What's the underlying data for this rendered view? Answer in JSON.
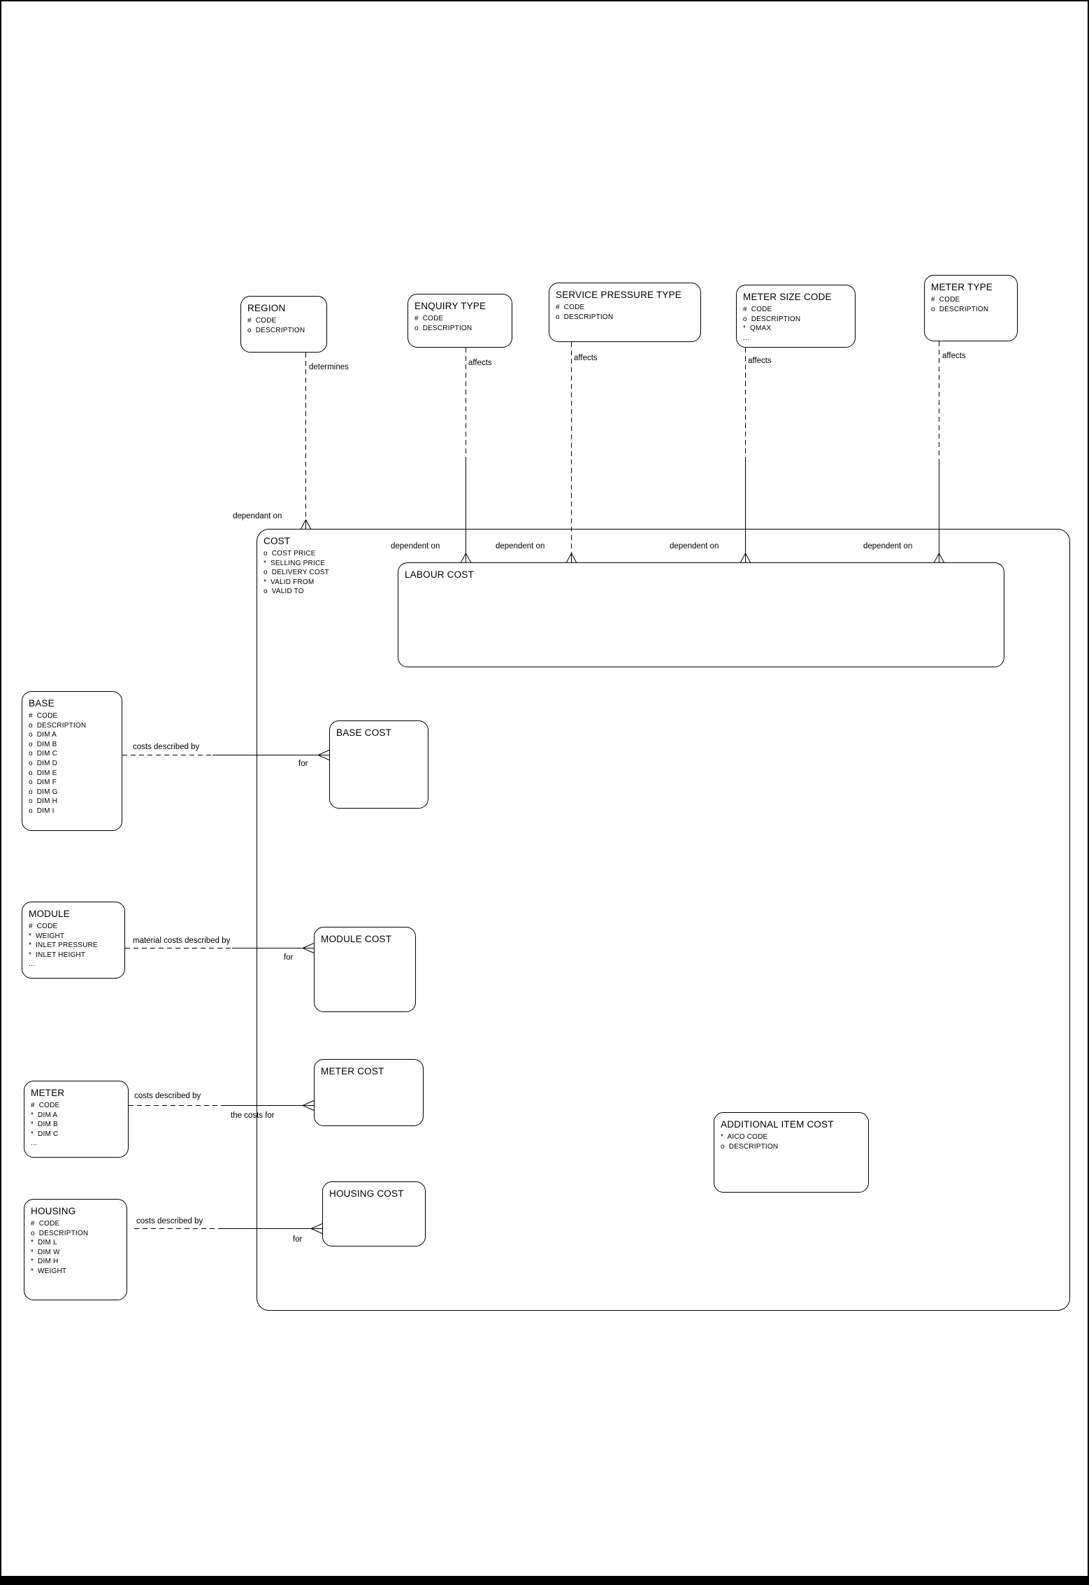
{
  "page": {
    "background": "#ffffff",
    "line_color": "#000000",
    "text_color": "#000000"
  },
  "entities": [
    {
      "id": "region",
      "title": "REGION",
      "attrs": [
        "#  CODE",
        "o  DESCRIPTION"
      ]
    },
    {
      "id": "enquiry-type",
      "title": "ENQUIRY TYPE",
      "attrs": [
        "#  CODE",
        "o  DESCRIPTION"
      ]
    },
    {
      "id": "service-pressure-type",
      "title": "SERVICE PRESSURE TYPE",
      "attrs": [
        "#  CODE",
        "o  DESCRIPTION"
      ]
    },
    {
      "id": "meter-size-code",
      "title": "METER SIZE CODE",
      "attrs": [
        "#  CODE",
        "o  DESCRIPTION",
        "*  QMAX",
        "..."
      ]
    },
    {
      "id": "meter-type",
      "title": "METER TYPE",
      "attrs": [
        "#  CODE",
        "o  DESCRIPTION"
      ]
    },
    {
      "id": "cost",
      "title": "COST",
      "attrs": [
        "o  COST PRICE",
        "*  SELLING PRICE",
        "o  DELIVERY COST",
        "*  VALID FROM",
        "o  VALID TO"
      ]
    },
    {
      "id": "labour-cost",
      "title": "LABOUR COST",
      "attrs": []
    },
    {
      "id": "base",
      "title": "BASE",
      "attrs": [
        "#  CODE",
        "o  DESCRIPTION",
        "o  DIM A",
        "o  DIM B",
        "o  DIM C",
        "o  DIM D",
        "o  DIM E",
        "o  DIM F",
        "o  DIM G",
        "o  DIM H",
        "o  DIM I"
      ]
    },
    {
      "id": "base-cost",
      "title": "BASE COST",
      "attrs": []
    },
    {
      "id": "module",
      "title": "MODULE",
      "attrs": [
        "#  CODE",
        "*  WEIGHT",
        "*  INLET PRESSURE",
        "*  INLET HEIGHT",
        "..."
      ]
    },
    {
      "id": "module-cost",
      "title": "MODULE COST",
      "attrs": []
    },
    {
      "id": "meter",
      "title": "METER",
      "attrs": [
        "#  CODE",
        "*  DIM A",
        "*  DIM B",
        "*  DIM C",
        "..."
      ]
    },
    {
      "id": "meter-cost",
      "title": "METER COST",
      "attrs": []
    },
    {
      "id": "housing",
      "title": "HOUSING",
      "attrs": [
        "#  CODE",
        "o  DESCRIPTION",
        "*  DIM L",
        "*  DIM W",
        "*  DIM H",
        "*  WEIGHT"
      ]
    },
    {
      "id": "housing-cost",
      "title": "HOUSING COST",
      "attrs": []
    },
    {
      "id": "additional-item-cost",
      "title": "ADDITIONAL ITEM COST",
      "attrs": [
        "*  AICO CODE",
        "o  DESCRIPTION"
      ]
    }
  ],
  "labels": {
    "determines": "determines",
    "dependant_on": "dependant on",
    "affects": "affects",
    "dependent_on": "dependent on",
    "costs_described_by": "costs described by",
    "material_costs_described_by": "material costs described by",
    "the_costs_for": "the costs for",
    "for_label": "for"
  }
}
